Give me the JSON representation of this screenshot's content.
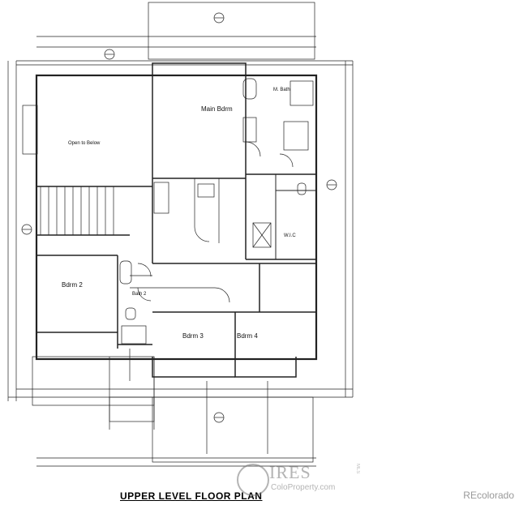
{
  "plan": {
    "title": "UPPER LEVEL FLOOR PLAN",
    "rooms": {
      "main_bdrm": "Main Bdrm",
      "open_to_below": "Open to Below",
      "bdrm_2": "Bdrm 2",
      "bdrm_3": "Bdrm 3",
      "bdrm_4": "Bdrm 4",
      "wic": "W.I.C",
      "bath_2": "Bath 2",
      "m_bath": "M. Bath"
    }
  },
  "watermark": {
    "brand": "IRES",
    "site": "ColoProperty.com",
    "side_text": "MLS"
  },
  "credit": "REcolorado"
}
